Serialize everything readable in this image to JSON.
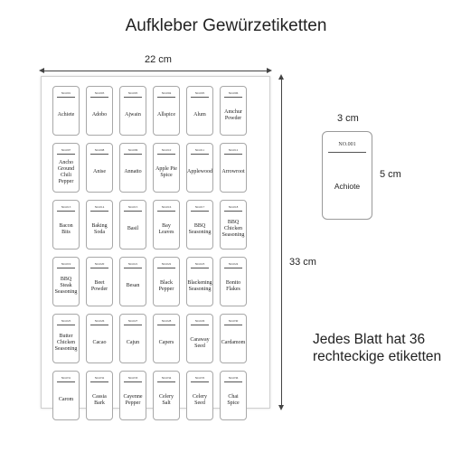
{
  "title": "Aufkleber Gewürzetiketten",
  "dimensions": {
    "sheet_width": "22 cm",
    "sheet_height": "33 cm",
    "label_width": "3 cm",
    "label_height": "5 cm"
  },
  "labels": [
    {
      "no": "NO.001",
      "name": "Achiete"
    },
    {
      "no": "NO.003",
      "name": "Adobo"
    },
    {
      "no": "NO.005",
      "name": "Ajwain"
    },
    {
      "no": "NO.004",
      "name": "Allspice"
    },
    {
      "no": "NO.005",
      "name": "Alum"
    },
    {
      "no": "NO.006",
      "name": "Amchur Powder"
    },
    {
      "no": "NO.007",
      "name": "Ancho Ground Chili Pepper"
    },
    {
      "no": "NO.008",
      "name": "Anise"
    },
    {
      "no": "NO.009",
      "name": "Annatto"
    },
    {
      "no": "NO.010",
      "name": "Apple Pie Spice"
    },
    {
      "no": "NO.011",
      "name": "Applewood"
    },
    {
      "no": "NO.012",
      "name": "Arrowroot"
    },
    {
      "no": "NO.013",
      "name": "Bacon Bits"
    },
    {
      "no": "NO.014",
      "name": "Baking Soda"
    },
    {
      "no": "NO.015",
      "name": "Basil"
    },
    {
      "no": "NO.016",
      "name": "Bay Leaves"
    },
    {
      "no": "NO.017",
      "name": "BBQ Seasoning"
    },
    {
      "no": "NO.018",
      "name": "BBQ Chicken Seasoning"
    },
    {
      "no": "NO.019",
      "name": "BBQ Steak Seasoning"
    },
    {
      "no": "NO.020",
      "name": "Beet Powder"
    },
    {
      "no": "NO.021",
      "name": "Besan"
    },
    {
      "no": "NO.022",
      "name": "Black Pepper"
    },
    {
      "no": "NO.023",
      "name": "Blackening Seasoning"
    },
    {
      "no": "NO.024",
      "name": "Bonito Flakes"
    },
    {
      "no": "NO.025",
      "name": "Butter Chicken Seasoning"
    },
    {
      "no": "NO.026",
      "name": "Cacao"
    },
    {
      "no": "NO.027",
      "name": "Cajun"
    },
    {
      "no": "NO.028",
      "name": "Capers"
    },
    {
      "no": "NO.029",
      "name": "Caraway Seed"
    },
    {
      "no": "NO.030",
      "name": "Cardamom"
    },
    {
      "no": "NO.031",
      "name": "Carom"
    },
    {
      "no": "NO.032",
      "name": "Cassia Bark"
    },
    {
      "no": "NO.033",
      "name": "Cayenne Pepper"
    },
    {
      "no": "NO.034",
      "name": "Celery Salt"
    },
    {
      "no": "NO.035",
      "name": "Celery Seed"
    },
    {
      "no": "NO.036",
      "name": "Chai Spice"
    }
  ],
  "sample_label": {
    "no": "NO.001",
    "name": "Achiote"
  },
  "note": "Jedes Blatt hat 36 rechteckige etiketten"
}
